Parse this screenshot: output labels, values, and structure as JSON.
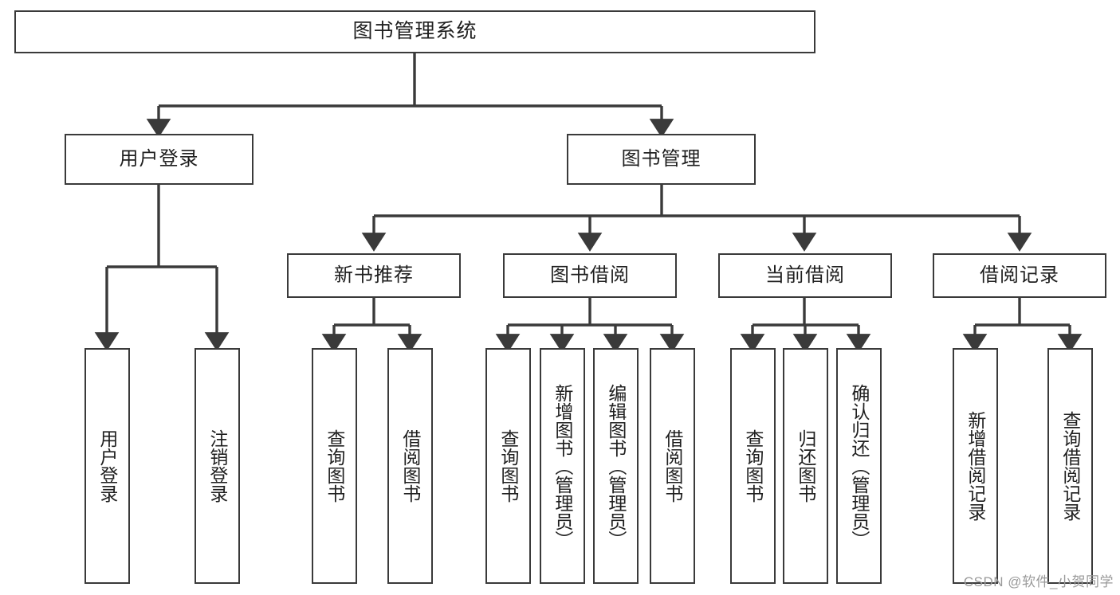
{
  "diagram": {
    "title": "图书管理系统",
    "watermark": "CSDN @软件_小贺同学",
    "colors": {
      "stroke": "#3a3a3a",
      "fill": "#ffffff",
      "text": "#1f1f1f",
      "watermark": "#9a9a9a"
    },
    "root": {
      "label": "图书管理系统"
    },
    "level2": [
      {
        "label": "用户登录"
      },
      {
        "label": "图书管理"
      }
    ],
    "level3": [
      {
        "label": "新书推荐"
      },
      {
        "label": "图书借阅"
      },
      {
        "label": "当前借阅"
      },
      {
        "label": "借阅记录"
      }
    ],
    "leaves": {
      "user_login": [
        {
          "label": "用户登录"
        },
        {
          "label": "注销登录"
        }
      ],
      "new_book_recommend": [
        {
          "label": "查询图书"
        },
        {
          "label": "借阅图书"
        }
      ],
      "book_borrow": [
        {
          "label": "查询图书"
        },
        {
          "label": "新增图书（管理员）"
        },
        {
          "label": "编辑图书（管理员）"
        },
        {
          "label": "借阅图书"
        }
      ],
      "current_borrow": [
        {
          "label": "查询图书"
        },
        {
          "label": "归还图书"
        },
        {
          "label": "确认归还（管理员）"
        }
      ],
      "borrow_record": [
        {
          "label": "新增借阅记录"
        },
        {
          "label": "查询借阅记录"
        }
      ]
    }
  }
}
